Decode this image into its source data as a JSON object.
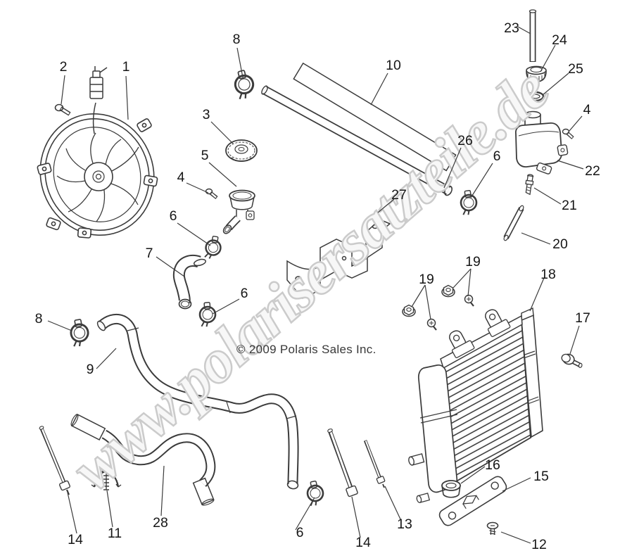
{
  "watermark": {
    "text": "www.polarisersatzteile.de",
    "outline_color": "#cbcbcb"
  },
  "copyright": "© 2009 Polaris Sales Inc.",
  "colors": {
    "line_art": "#3b3b3b",
    "label_text": "#161616",
    "background": "#ffffff"
  },
  "callouts": [
    {
      "label": "2",
      "part": "fan-mount-screw"
    },
    {
      "label": "1",
      "part": "cooling-fan"
    },
    {
      "label": "8",
      "part": "hose-clamp-large"
    },
    {
      "label": "10",
      "part": "corrugated-conduit"
    },
    {
      "label": "3",
      "part": "radiator-cap"
    },
    {
      "label": "5",
      "part": "filler-neck"
    },
    {
      "label": "4",
      "part": "screw"
    },
    {
      "label": "6",
      "part": "hose-clamp"
    },
    {
      "label": "7",
      "part": "elbow-hose"
    },
    {
      "label": "6",
      "part": "hose-clamp"
    },
    {
      "label": "8",
      "part": "hose-clamp-large"
    },
    {
      "label": "9",
      "part": "upper-radiator-hose"
    },
    {
      "label": "23",
      "part": "vent-tube"
    },
    {
      "label": "24",
      "part": "bottle-cap"
    },
    {
      "label": "25",
      "part": "seal-ring"
    },
    {
      "label": "4",
      "part": "screw"
    },
    {
      "label": "22",
      "part": "overflow-bottle"
    },
    {
      "label": "26",
      "part": "straight-tube"
    },
    {
      "label": "6",
      "part": "hose-clamp"
    },
    {
      "label": "21",
      "part": "bleed-fitting"
    },
    {
      "label": "20",
      "part": "overflow-tube"
    },
    {
      "label": "27",
      "part": "mounting-bracket"
    },
    {
      "label": "19",
      "part": "nut-and-screw"
    },
    {
      "label": "19",
      "part": "nut-and-screw"
    },
    {
      "label": "18",
      "part": "radiator"
    },
    {
      "label": "17",
      "part": "bolt"
    },
    {
      "label": "16",
      "part": "grommet"
    },
    {
      "label": "15",
      "part": "support-bracket"
    },
    {
      "label": "12",
      "part": "push-rivet"
    },
    {
      "label": "13",
      "part": "drain-tube"
    },
    {
      "label": "14",
      "part": "vent-rod"
    },
    {
      "label": "14",
      "part": "vent-rod"
    },
    {
      "label": "11",
      "part": "spring-clip"
    },
    {
      "label": "6",
      "part": "hose-clamp"
    },
    {
      "label": "28",
      "part": "lower-radiator-hose"
    }
  ]
}
